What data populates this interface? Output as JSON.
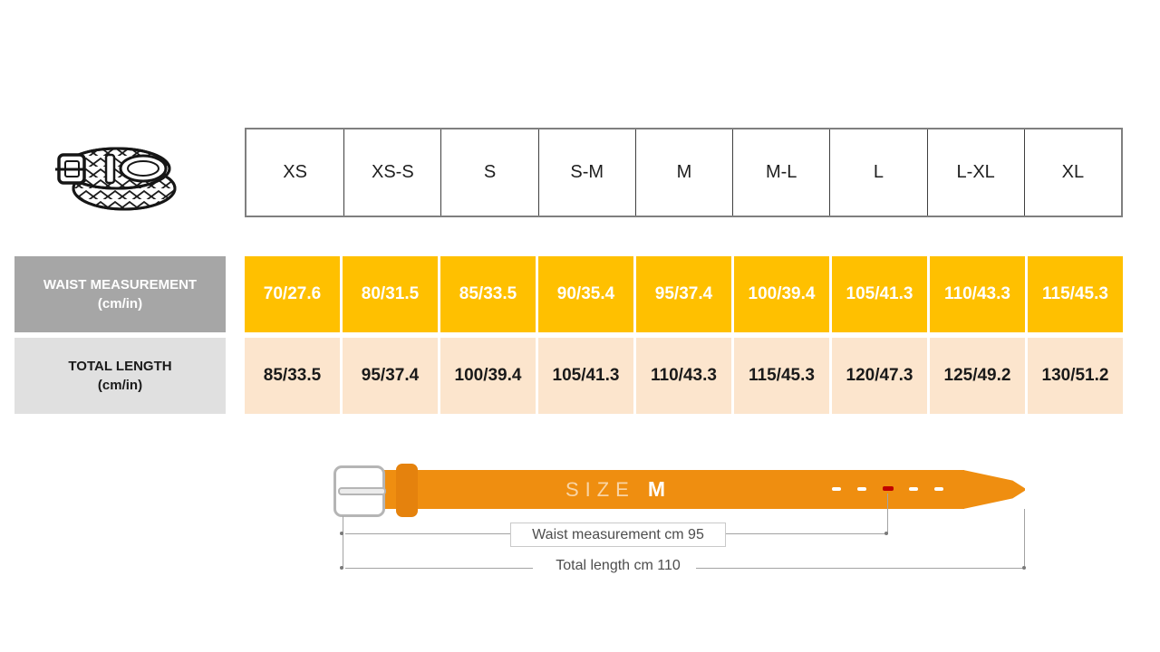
{
  "table": {
    "size_headers": [
      "XS",
      "XS-S",
      "S",
      "S-M",
      "M",
      "M-L",
      "L",
      "L-XL",
      "XL"
    ],
    "waist_row": {
      "label": "WAIST MEASUREMENT",
      "unit": "(cm/in)",
      "values": [
        "70/27.6",
        "80/31.5",
        "85/33.5",
        "90/35.4",
        "95/37.4",
        "100/39.4",
        "105/41.3",
        "110/43.3",
        "115/45.3"
      ]
    },
    "length_row": {
      "label": "TOTAL LENGTH",
      "unit": "(cm/in)",
      "values": [
        "85/33.5",
        "95/37.4",
        "100/39.4",
        "105/41.3",
        "110/43.3",
        "115/45.3",
        "120/47.3",
        "125/49.2",
        "130/51.2"
      ]
    }
  },
  "diagram": {
    "size_label": "SIZE",
    "size_value": "M",
    "waist_caption": "Waist measurement cm 95",
    "length_caption": "Total length cm 110"
  },
  "colors": {
    "waist_cell_bg": "#FFC000",
    "length_cell_bg": "#FCE5CD",
    "waist_label_bg": "#A6A6A6",
    "length_label_bg": "#E0E0E0",
    "belt_strap": "#EF8E10",
    "belt_keeper": "#E5820D",
    "marked_hole": "#C00000"
  },
  "icons": {
    "braided_belt": "braided-belt-illustration"
  }
}
